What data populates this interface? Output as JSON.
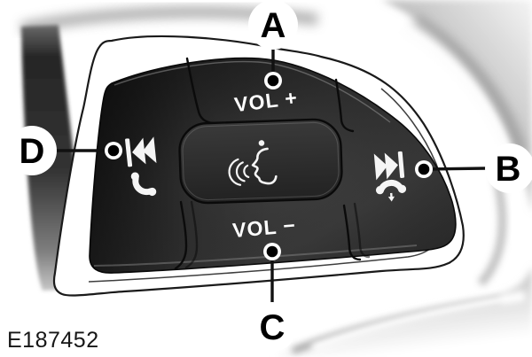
{
  "figure": {
    "code": "E187452"
  },
  "labels": {
    "volume_up": "VOL +",
    "volume_down": "VOL −"
  },
  "callouts": {
    "a": {
      "label": "A",
      "points_to": "volume-up-button"
    },
    "b": {
      "label": "B",
      "points_to": "seek-forward-phone-end-button"
    },
    "c": {
      "label": "C",
      "points_to": "volume-down-button"
    },
    "d": {
      "label": "D",
      "points_to": "seek-back-phone-answer-button"
    }
  },
  "icons": {
    "center": "voice-command-icon",
    "left": [
      "seek-previous-icon",
      "phone-answer-icon"
    ],
    "right": [
      "seek-next-icon",
      "phone-end-icon"
    ]
  },
  "colors": {
    "background": "#ffffff",
    "pad": "#2b2b2b",
    "pad_markings": "#ffffff",
    "outline": "#1a1a1a",
    "callout_text": "#000000"
  }
}
